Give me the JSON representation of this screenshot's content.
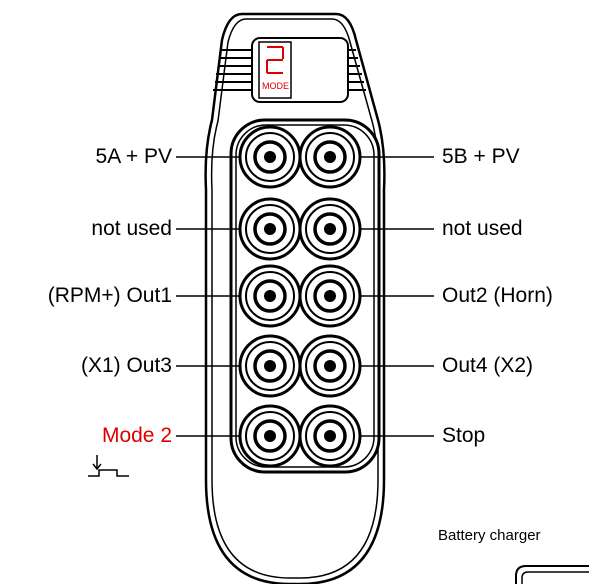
{
  "display": {
    "digit": "2",
    "mode_label": "MODE",
    "digit_color": "#e00000"
  },
  "labels": {
    "left": [
      "5A + PV",
      "not used",
      "(RPM+) Out1",
      "(X1) Out3",
      "Mode 2"
    ],
    "right": [
      "5B + PV",
      "not used",
      "Out2 (Horn)",
      "Out4 (X2)",
      "Stop"
    ]
  },
  "highlight_color": "#e00000",
  "battery_charger": "Battery charger",
  "icons": {
    "button": "push-button-icon",
    "switch": "momentary-switch-symbol-icon",
    "charger": "battery-charger-icon"
  }
}
